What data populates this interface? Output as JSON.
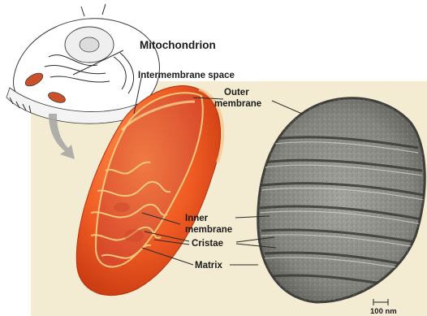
{
  "labels": {
    "mitochondrion": "Mitochondrion",
    "intermembrane_space": "Intermembrane space",
    "outer_membrane_1": "Outer",
    "outer_membrane_2": "membrane",
    "inner_membrane_1": "Inner",
    "inner_membrane_2": "membrane",
    "cristae": "Cristae",
    "matrix": "Matrix",
    "scale_bar": "100 nm"
  },
  "colors": {
    "background_panel": "#f3ecd2",
    "mito_outer": "#e8521e",
    "mito_highlight": "#f6c16a",
    "mito_inner": "#f06a2a",
    "cristae_line": "#f4c87a",
    "matrix_fill": "#d4502a",
    "micrograph": "#8a8a86",
    "arrow": "#9a9a9a"
  }
}
